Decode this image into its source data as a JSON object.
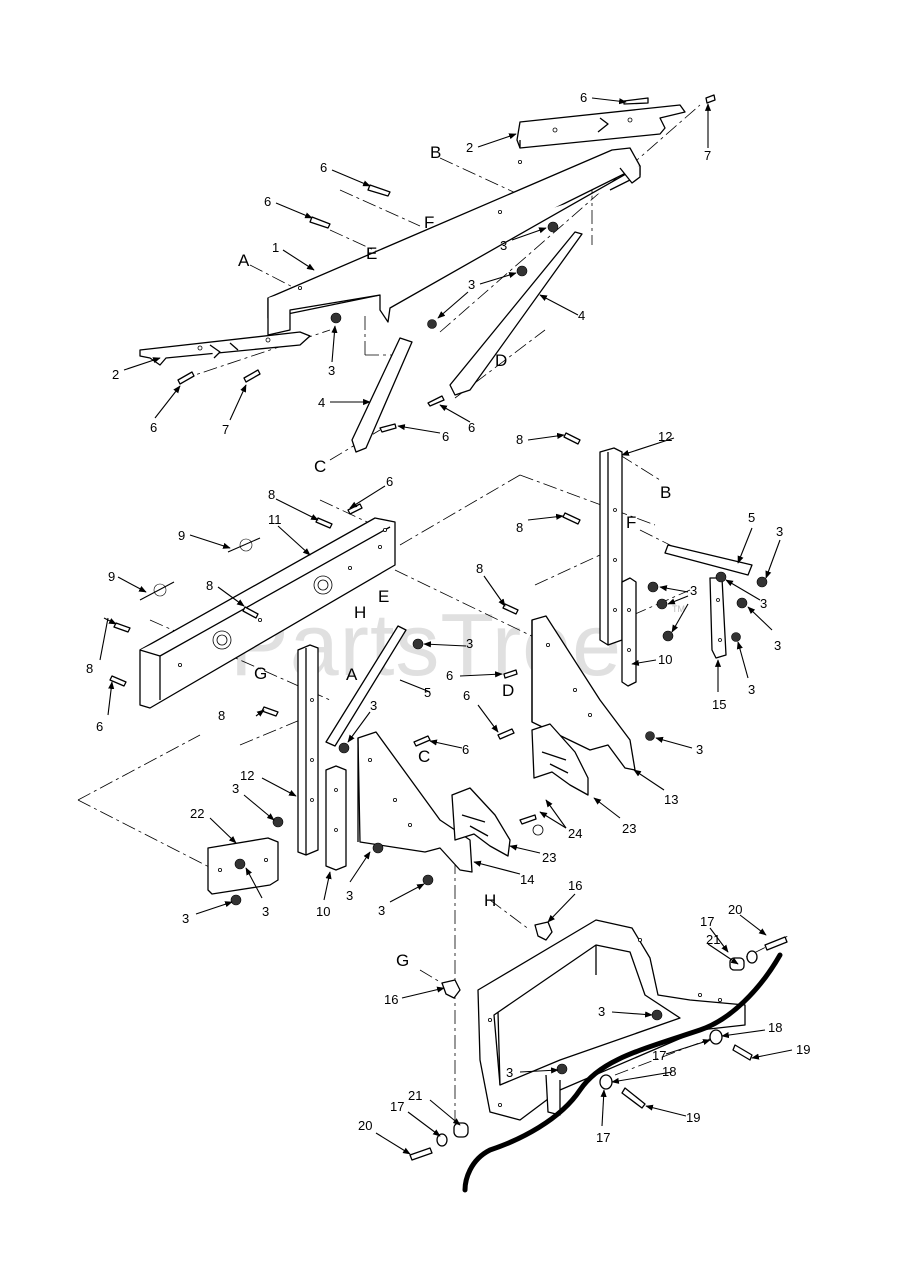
{
  "watermark": {
    "text": "PartsTree",
    "tm": "TM"
  },
  "callouts": {
    "c1": "1",
    "c2a": "2",
    "c2b": "2",
    "c3": "3",
    "c4": "4",
    "c5": "5",
    "c6": "6",
    "c7": "7",
    "c8": "8",
    "c9": "9",
    "c10": "10",
    "c11": "11",
    "c12": "12",
    "c13": "13",
    "c14": "14",
    "c15": "15",
    "c16": "16",
    "c17": "17",
    "c18": "18",
    "c19": "19",
    "c20": "20",
    "c21": "21",
    "c22": "22",
    "c23": "23",
    "c24": "24"
  },
  "letters": {
    "A": "A",
    "B": "B",
    "C": "C",
    "D": "D",
    "E": "E",
    "F": "F",
    "G": "G",
    "H": "H"
  }
}
